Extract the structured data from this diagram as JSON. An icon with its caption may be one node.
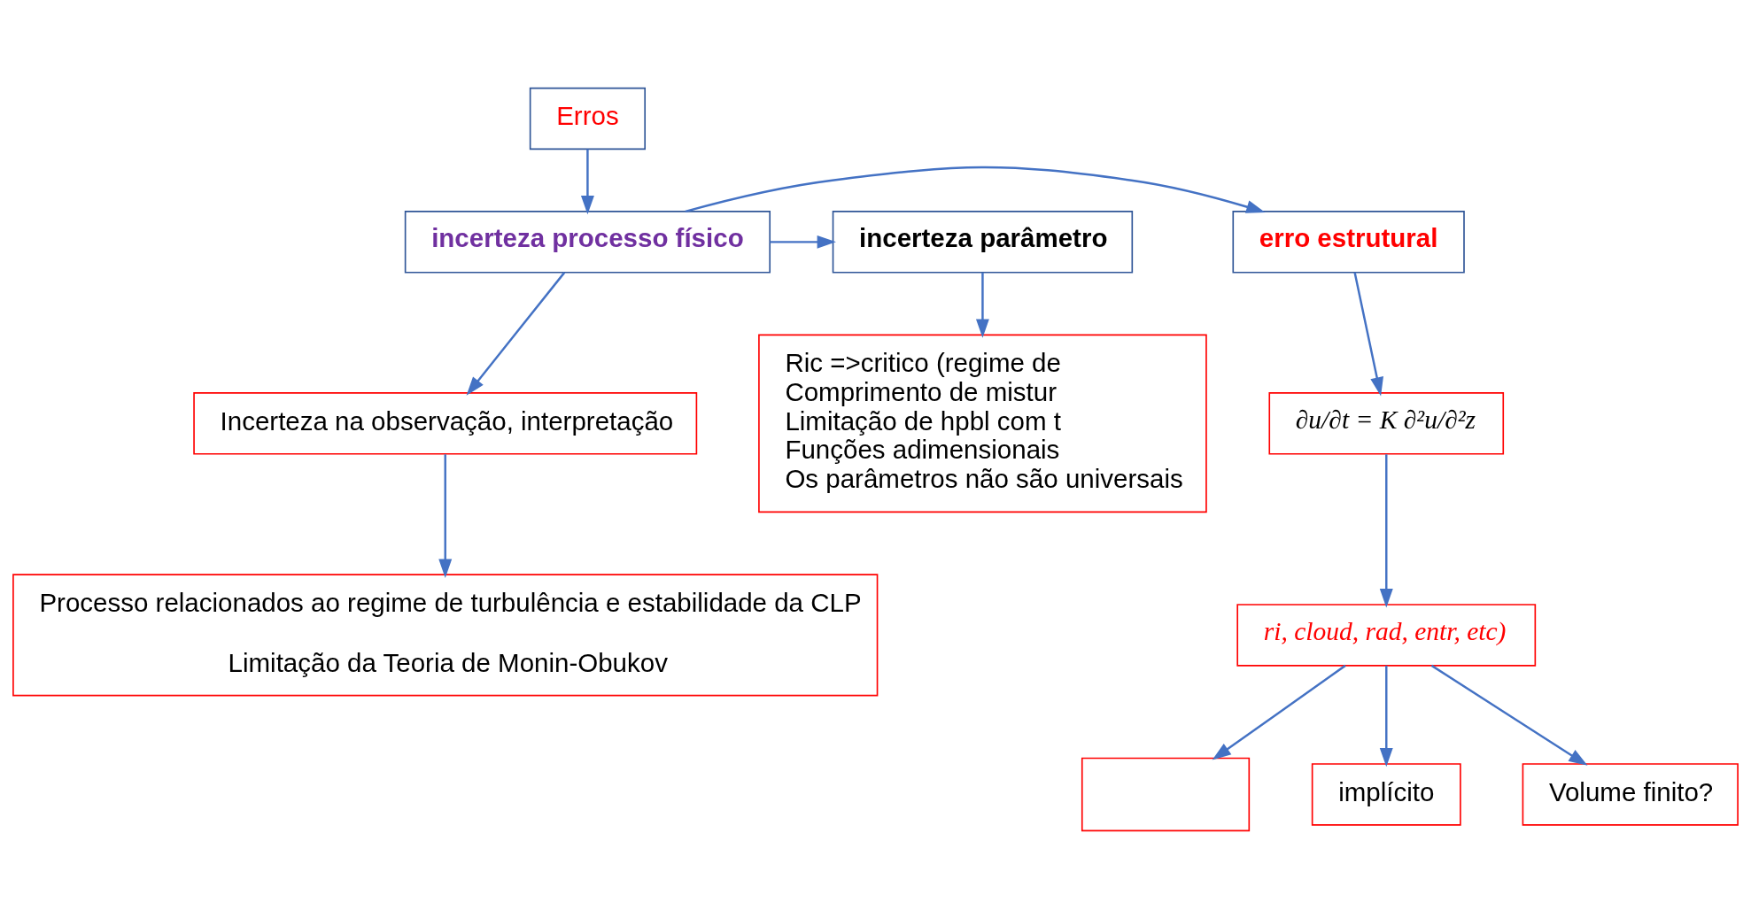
{
  "diagram": {
    "nodes": [
      {
        "text": [
          "Erros"
        ]
      },
      {
        "text": [
          "erro estrutural"
        ]
      },
      {
        "text": [
          "incerteza processo físico"
        ]
      },
      {
        "text": [
          "incerteza parâmetro"
        ]
      },
      {
        "text": [
          "∂u/∂t = K ∂²u/∂²z"
        ]
      },
      {
        "text": [
          "ri, cloud, rad, entr, etc)"
        ]
      },
      {
        "text": [],
        "shape": "box"
      },
      {
        "text": [
          "implícito"
        ]
      },
      {
        "text": [
          "Volume finito?"
        ]
      },
      {
        "text": [
          "Incerteza na observação, interpretação"
        ]
      },
      {
        "text": [
          "Processo relacionados ao regime de turbulência e estabilidade da CLP",
          "Limitação da Teoria de Monin-Obukov"
        ]
      },
      {
        "text": [
          "Ric =>critico (regime de",
          "Comprimento de mistur",
          "Limitação de hpbl com t",
          "Funções adimensionais",
          "Os parâmetros não são universais"
        ]
      }
    ],
    "edges": [
      {
        "from": 0,
        "to": 2,
        "arrow": "to"
      },
      {
        "from": 2,
        "to": 1,
        "arrow": "to"
      },
      {
        "from": 2,
        "to": 3,
        "arrow": "to"
      },
      {
        "from": 2,
        "to": 9,
        "arrow": "to"
      },
      {
        "from": 9,
        "to": 10,
        "arrow": "to"
      },
      {
        "from": 3,
        "to": 11,
        "arrow": "to"
      },
      {
        "from": 1,
        "to": 4,
        "arrow": "to"
      },
      {
        "from": 4,
        "to": 5,
        "arrow": "to"
      },
      {
        "from": 5,
        "to": 6,
        "arrow": "to"
      },
      {
        "from": 5,
        "to": 7,
        "arrow": "to"
      },
      {
        "from": 5,
        "to": 8,
        "arrow": "to"
      }
    ]
  }
}
